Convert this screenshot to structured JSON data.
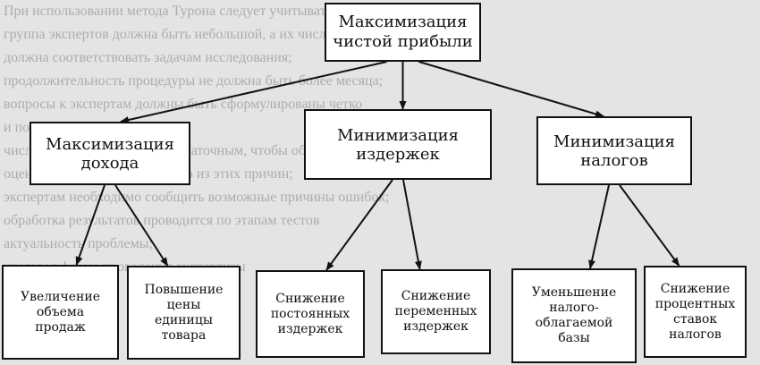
{
  "background_text": [
    "При использовании метода Турона следует учитывать следующее:",
    "группа экспертов должна быть небольшой, а их численность",
    "должна соответствовать задачам исследования;",
    "продолжительность процедуры не должна быть более месяца;",
    "вопросы к экспертам должны быть сформулированы четко",
    "и понятно;",
    "число туров должно быть достаточным, чтобы обеспечить устойчивость",
    "оценки эксперта и для каждого из этих причин;",
    "экспертам необходимо сообщить возможные причины ошибок;",
    "обработка результатов проводится по этапам тестов",
    "актуальность проблемы;",
    "итоговая форма проведения экспертизы"
  ],
  "diagram": {
    "root": {
      "id": "max-profit",
      "label": "Максимизация\nчистой прибыли"
    },
    "level1": [
      {
        "id": "max-income",
        "label": "Максимизация\nдохода"
      },
      {
        "id": "min-costs",
        "label": "Минимизация\nиздержек"
      },
      {
        "id": "min-taxes",
        "label": "Минимизация\nналогов"
      }
    ],
    "level2": [
      {
        "id": "sales-volume",
        "parent": "max-income",
        "label": "Увеличение\nобъема\nпродаж"
      },
      {
        "id": "unit-price",
        "parent": "max-income",
        "label": "Повышение\nцены\nединицы\nтовара"
      },
      {
        "id": "fixed-costs",
        "parent": "min-costs",
        "label": "Снижение\nпостоянных\nиздержек"
      },
      {
        "id": "variable-costs",
        "parent": "min-costs",
        "label": "Снижение\nпеременных\nиздержек"
      },
      {
        "id": "tax-base",
        "parent": "min-taxes",
        "label": "Уменьшение\nналого-\nоблагаемой\nбазы"
      },
      {
        "id": "interest-rates",
        "parent": "min-taxes",
        "label": "Снижение\nпроцентных\nставок\nналогов"
      }
    ]
  }
}
